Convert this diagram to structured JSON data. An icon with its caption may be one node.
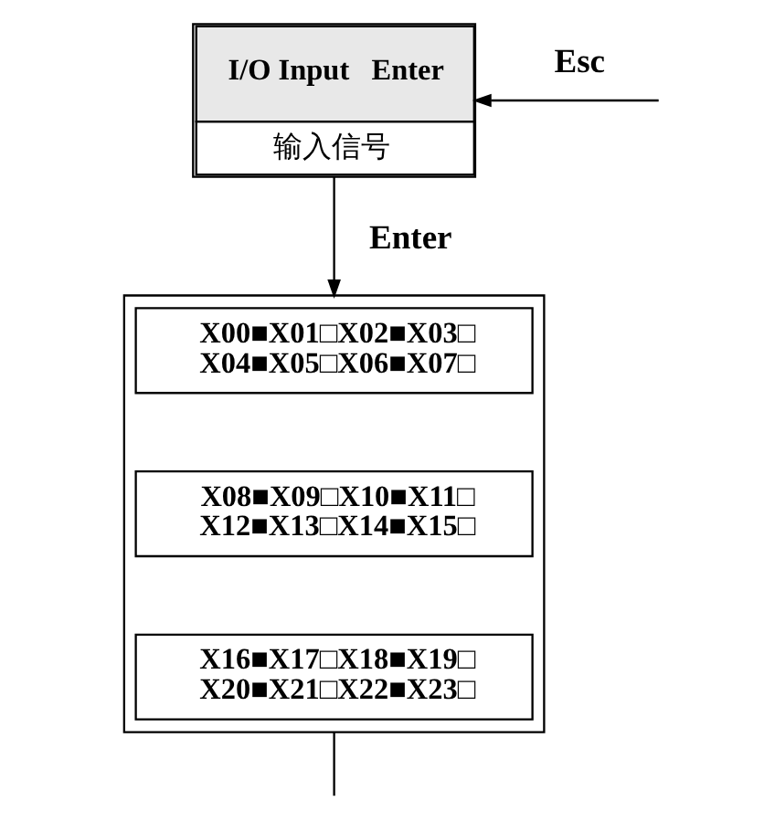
{
  "diagram": {
    "nodes": [
      {
        "text": [
          "I/O Input   Enter",
          "输入信号"
        ]
      },
      {
        "text": [],
        "shape": "box"
      },
      {
        "text": [
          "X00■X01□X02■X03□ X04■X05□X06■X07□"
        ],
        "in": 1
      },
      {
        "text": [
          "X08■X09□X10■X11□ X12■X13□X14■X15□"
        ],
        "in": 1
      },
      {
        "text": [
          "X16■X17□X18■X19□ X20■X21□X22■X23□"
        ],
        "in": 1
      }
    ],
    "edges": [
      {
        "from": 0,
        "to": 1,
        "arrow": "to",
        "label": "Enter"
      },
      {
        "from": 1,
        "to": null,
        "arrow": "none"
      },
      {
        "from": null,
        "to": 0,
        "arrow": "to",
        "label": "Esc"
      }
    ]
  }
}
